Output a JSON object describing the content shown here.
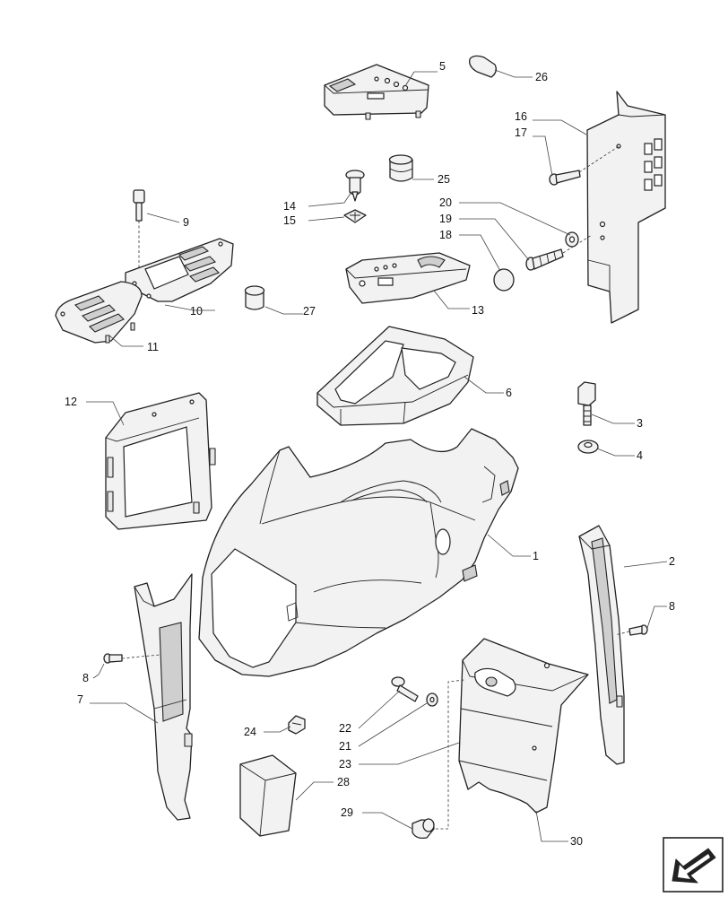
{
  "callouts": [
    {
      "id": "c1",
      "text": "1"
    },
    {
      "id": "c2",
      "text": "2"
    },
    {
      "id": "c3",
      "text": "3"
    },
    {
      "id": "c4",
      "text": "4"
    },
    {
      "id": "c5",
      "text": "5"
    },
    {
      "id": "c6",
      "text": "6"
    },
    {
      "id": "c7",
      "text": "7"
    },
    {
      "id": "c8a",
      "text": "8"
    },
    {
      "id": "c8b",
      "text": "8"
    },
    {
      "id": "c9",
      "text": "9"
    },
    {
      "id": "c10",
      "text": "10"
    },
    {
      "id": "c11",
      "text": "11"
    },
    {
      "id": "c12",
      "text": "12"
    },
    {
      "id": "c13",
      "text": "13"
    },
    {
      "id": "c14",
      "text": "14"
    },
    {
      "id": "c15",
      "text": "15"
    },
    {
      "id": "c16",
      "text": "16"
    },
    {
      "id": "c17",
      "text": "17"
    },
    {
      "id": "c18",
      "text": "18"
    },
    {
      "id": "c19",
      "text": "19"
    },
    {
      "id": "c20",
      "text": "20"
    },
    {
      "id": "c21",
      "text": "21"
    },
    {
      "id": "c22",
      "text": "22"
    },
    {
      "id": "c23",
      "text": "23"
    },
    {
      "id": "c24",
      "text": "24"
    },
    {
      "id": "c25",
      "text": "25"
    },
    {
      "id": "c26",
      "text": "26"
    },
    {
      "id": "c27",
      "text": "27"
    },
    {
      "id": "c28",
      "text": "28"
    },
    {
      "id": "c29",
      "text": "29"
    },
    {
      "id": "c30",
      "text": "30"
    }
  ],
  "nav_icon": {
    "name": "arrow-icon"
  }
}
